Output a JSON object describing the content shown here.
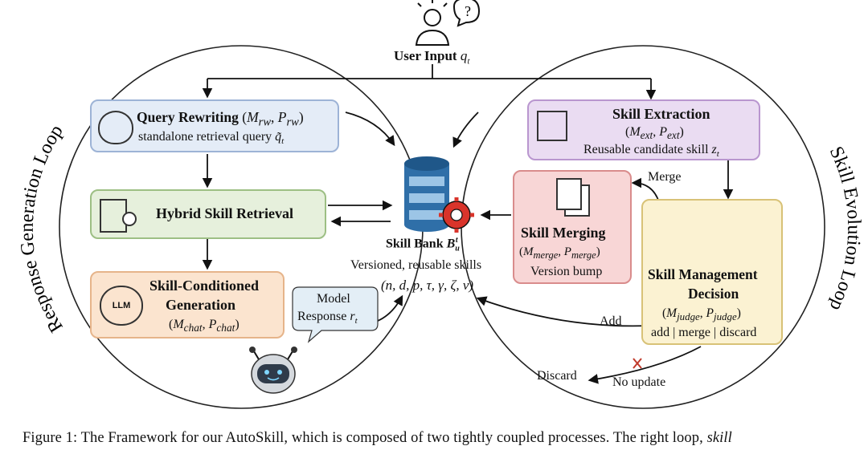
{
  "user_input": {
    "label": "User Input",
    "var": "q",
    "sub": "t"
  },
  "loops": {
    "left": "Response Generation Loop",
    "right": "Skill Evolution Loop"
  },
  "boxes": {
    "query_rewriting": {
      "title": "Query Rewriting",
      "params": "(M",
      "p1": "rw",
      "p2": "rw",
      "desc": "standalone retrieval query",
      "var": "q̃",
      "sub": "t"
    },
    "hybrid_retrieval": {
      "title": "Hybrid Skill Retrieval"
    },
    "conditioned_generation": {
      "title1": "Skill-Conditioned",
      "title2": "Generation",
      "p1": "chat",
      "p2": "chat",
      "icon_text": "LLM"
    },
    "skill_extraction": {
      "title": "Skill Extraction",
      "p1": "ext",
      "p2": "ext",
      "desc": "Reusable candidate skill",
      "var": "z",
      "sub": "t"
    },
    "skill_merging": {
      "title": "Skill Merging",
      "p1": "merge",
      "p2": "merge",
      "desc": "Version bump"
    },
    "management": {
      "title1": "Skill Management",
      "title2": "Decision",
      "p1": "judge",
      "p2": "judge",
      "options": "add | merge | discard"
    }
  },
  "skill_bank": {
    "label": "Skill Bank",
    "var": "B",
    "sup": "t",
    "sub": "u",
    "desc": "Versioned, reusable skills",
    "tuple": "(n, d, p, τ, γ, ζ, v)"
  },
  "model_response": {
    "line1": "Model",
    "line2": "Response",
    "var": "r",
    "sub": "t"
  },
  "edge_labels": {
    "merge": "Merge",
    "add": "Add",
    "discard": "Discard",
    "no_update": "No update"
  },
  "caption": {
    "text": "Figure 1: The Framework for our AutoSkill, which is composed of two tightly coupled processes. The right loop,",
    "italic": "skill"
  },
  "colors": {
    "blue_fill": "#e4ecf7",
    "blue_stroke": "#9db3d6",
    "green_fill": "#e6f0dc",
    "green_stroke": "#9dbf84",
    "orange_fill": "#fbe4cf",
    "orange_stroke": "#e6b48a",
    "purple_fill": "#eadcf2",
    "purple_stroke": "#b996cf",
    "red_fill": "#f8d6d6",
    "red_stroke": "#d98c8c",
    "yellow_fill": "#fbf2d2",
    "yellow_stroke": "#d8c277",
    "db_blue": "#2f6fa8",
    "db_light": "#9cc5e6",
    "gear_red": "#d9342b"
  }
}
